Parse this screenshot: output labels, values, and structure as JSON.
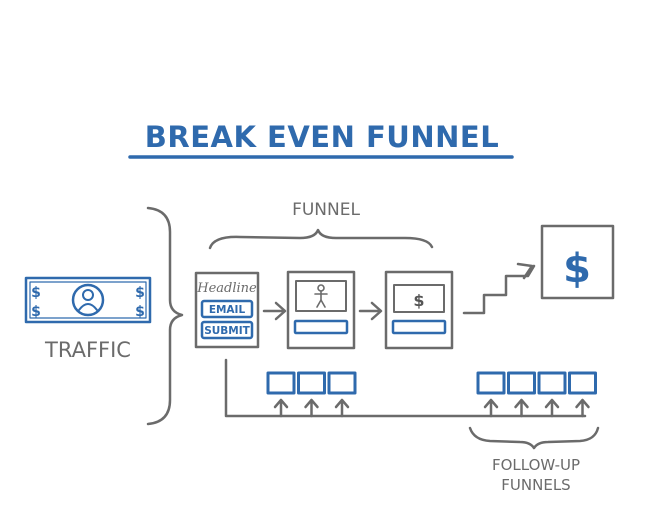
{
  "title": "BREAK EVEN FUNNEL",
  "traffic": {
    "label": "TRAFFIC",
    "bill_symbol": "$",
    "icon": "person-icon"
  },
  "funnel": {
    "label": "FUNNEL",
    "optin_page": {
      "headline": "Headline",
      "email_field": "EMAIL",
      "submit_button": "SUBMIT"
    },
    "sales_page": {
      "icon": "person-icon"
    },
    "checkout_page": {
      "symbol": "$"
    }
  },
  "profit": {
    "symbol": "$"
  },
  "follow_up": {
    "label_line1": "FOLLOW-UP",
    "label_line2": "FUNNELS",
    "left_group_count": 3,
    "right_group_count": 4
  },
  "colors": {
    "accent": "#2f6aad",
    "ink": "#6b6b6b",
    "background": "#ffffff"
  }
}
